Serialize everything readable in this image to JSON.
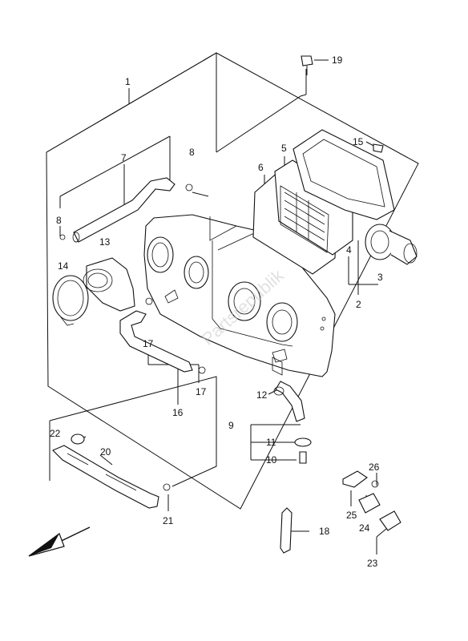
{
  "diagram": {
    "type": "exploded-parts-diagram",
    "watermark": "Partsrepublik",
    "callouts": [
      {
        "id": "c1",
        "text": "1"
      },
      {
        "id": "c2",
        "text": "2"
      },
      {
        "id": "c3",
        "text": "3"
      },
      {
        "id": "c4",
        "text": "4"
      },
      {
        "id": "c5",
        "text": "5"
      },
      {
        "id": "c6",
        "text": "6"
      },
      {
        "id": "c7",
        "text": "7"
      },
      {
        "id": "c8a",
        "text": "8"
      },
      {
        "id": "c8b",
        "text": "8"
      },
      {
        "id": "c9",
        "text": "9"
      },
      {
        "id": "c10",
        "text": "10"
      },
      {
        "id": "c11",
        "text": "11"
      },
      {
        "id": "c12",
        "text": "12"
      },
      {
        "id": "c13",
        "text": "13"
      },
      {
        "id": "c14",
        "text": "14"
      },
      {
        "id": "c15",
        "text": "15"
      },
      {
        "id": "c16",
        "text": "16"
      },
      {
        "id": "c17a",
        "text": "17"
      },
      {
        "id": "c17b",
        "text": "17"
      },
      {
        "id": "c18",
        "text": "18"
      },
      {
        "id": "c19",
        "text": "19"
      },
      {
        "id": "c20",
        "text": "20"
      },
      {
        "id": "c21",
        "text": "21"
      },
      {
        "id": "c22",
        "text": "22"
      },
      {
        "id": "c23",
        "text": "23"
      },
      {
        "id": "c24",
        "text": "24"
      },
      {
        "id": "c25",
        "text": "25"
      },
      {
        "id": "c26",
        "text": "26"
      }
    ],
    "colors": {
      "line": "#111111",
      "background": "#ffffff",
      "watermark": "#c9c9c9"
    }
  }
}
